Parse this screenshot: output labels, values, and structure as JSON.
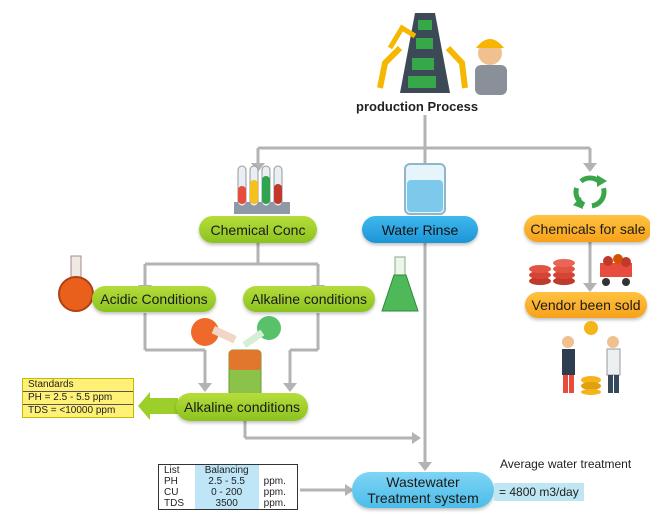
{
  "nodes": {
    "production": "production Process",
    "chemical_conc": "Chemical Conc",
    "water_rinse": "Water Rinse",
    "chemicals_for_sale": "Chemicals for sale",
    "acidic": "Acidic Conditions",
    "alkaline1": "Alkaline conditions",
    "alkaline2": "Alkaline conditions",
    "vendor": "Vendor been sold",
    "wwt_line1": "Wastewater",
    "wwt_line2": "Treatment system"
  },
  "standards": {
    "title": "Standards",
    "rows": [
      "PH  = 2.5 - 5.5 ppm",
      "TDS = <10000 ppm"
    ]
  },
  "balancing": {
    "header": [
      "List",
      "Balancing",
      ""
    ],
    "rows": [
      [
        "PH",
        "2.5 - 5.5",
        "ppm."
      ],
      [
        "CU",
        "0 - 200",
        "ppm."
      ],
      [
        "TDS",
        "3500",
        "ppm."
      ]
    ]
  },
  "average": {
    "label": "Average water treatment",
    "value": "= 4800 m3/day"
  },
  "colors": {
    "green": "#9ccf2a",
    "blue": "#2aa6e2",
    "orange": "#f9b02a",
    "connector": "#b3b3b3",
    "standards_bg": "#fff176"
  },
  "icons": [
    "factory-robot-icon",
    "test-tubes-icon",
    "beaker-icon",
    "recycle-icon",
    "coins-icon",
    "cart-icon",
    "flask-icon",
    "people-icon"
  ]
}
